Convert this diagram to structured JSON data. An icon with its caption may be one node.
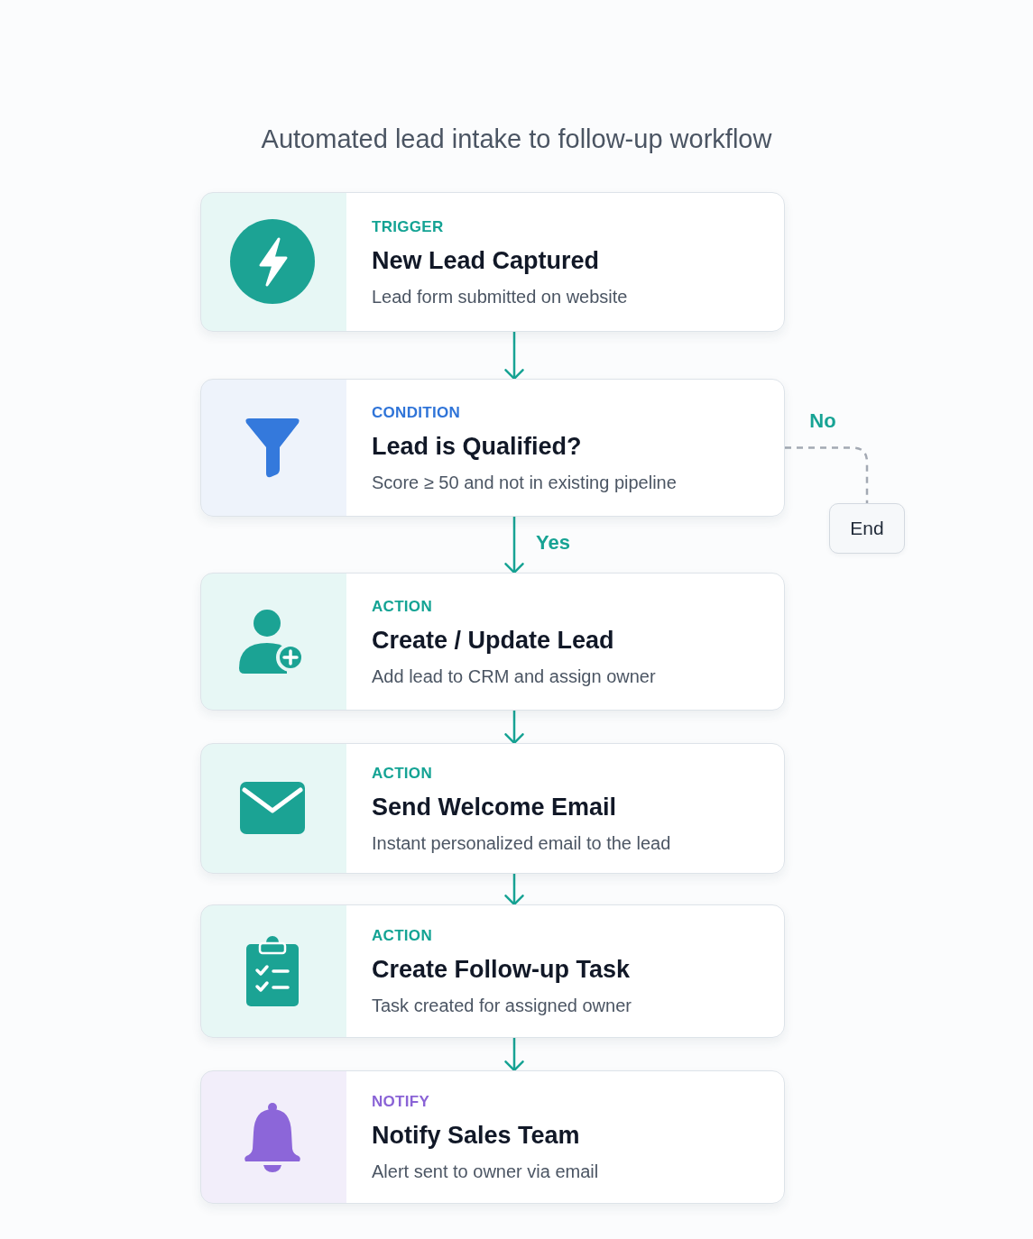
{
  "diagram": {
    "title": "Automated lead intake to follow-up workflow",
    "nodes": [
      {
        "text": [
          "TRIGGER",
          "New Lead Captured",
          "Lead form submitted on website"
        ]
      },
      {
        "text": [
          "CONDITION",
          "Lead is Qualified?",
          "Score ≥ 50 and not in existing pipeline"
        ]
      },
      {
        "text": [
          "End"
        ]
      },
      {
        "text": [
          "ACTION",
          "Create / Update Lead",
          "Add lead to CRM and assign owner"
        ]
      },
      {
        "text": [
          "ACTION",
          "Send Welcome Email",
          "Instant personalized email to the lead"
        ]
      },
      {
        "text": [
          "ACTION",
          "Create Follow-up Task",
          "Task created for assigned owner"
        ]
      },
      {
        "text": [
          "NOTIFY",
          "Notify Sales Team",
          "Alert sent to owner via email"
        ]
      }
    ],
    "edges": [
      {
        "from": 0,
        "to": 1,
        "arrow": "to"
      },
      {
        "from": 1,
        "to": 3,
        "arrow": "to",
        "label": "Yes"
      },
      {
        "from": 1,
        "to": 2,
        "arrow": "none",
        "label": "No",
        "style": "dashed",
        "color": "#a3a9b3"
      },
      {
        "from": 3,
        "to": 4,
        "arrow": "to"
      },
      {
        "from": 4,
        "to": 5,
        "arrow": "to"
      },
      {
        "from": 5,
        "to": 6,
        "arrow": "to"
      }
    ]
  }
}
